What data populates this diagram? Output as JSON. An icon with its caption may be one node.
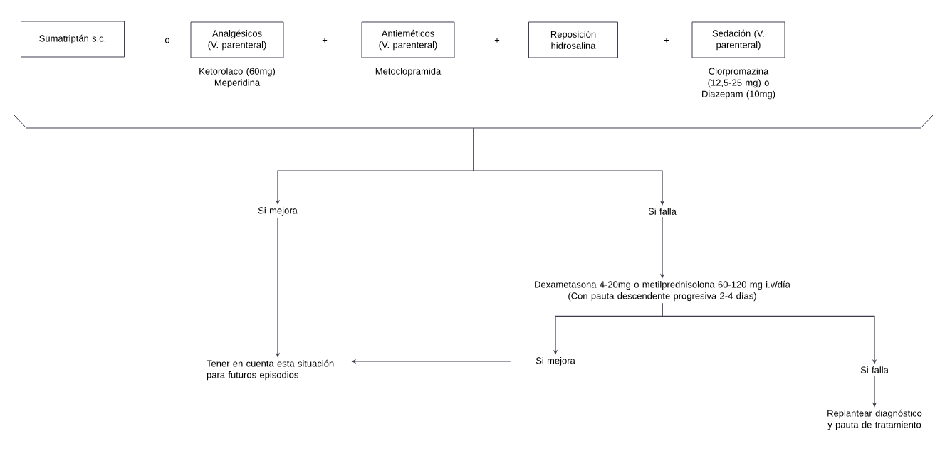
{
  "diagram": {
    "nodes": [
      {
        "text": [
          "Sumatriptán s.c."
        ]
      },
      {
        "text": [
          "Analgésicos (V. parenteral)"
        ],
        "beside": [
          "Ketorolaco (60mg) Meperidina"
        ]
      },
      {
        "text": [
          "Antieméticos (V. parenteral)"
        ],
        "beside": [
          "Metoclopramida"
        ]
      },
      {
        "text": [
          "Reposición hidrosalina"
        ]
      },
      {
        "text": [
          "Sedación (V. parenteral)"
        ],
        "beside": [
          "Clorpromazina (12,5-25 mg) o Diazepam (10mg)"
        ]
      },
      {
        "text": [],
        "shape": "bracket"
      },
      {
        "text": [
          "Si mejora"
        ]
      },
      {
        "text": [
          "Si falla"
        ]
      },
      {
        "text": [
          "Dexametasona 4-20mg o metilprednisolona 60-120 mg i.v/día",
          "(Con pauta descendente progresiva 2-4 días)"
        ]
      },
      {
        "text": [
          "Si mejora"
        ]
      },
      {
        "text": [
          "Si falla"
        ]
      },
      {
        "text": [
          "Tener en cuenta esta situación para futuros episodios"
        ]
      },
      {
        "text": [
          "Replantear diagnóstico y pauta de tratamiento"
        ]
      }
    ],
    "edges": [
      {
        "from": 5,
        "to": 6,
        "arrow": "to"
      },
      {
        "from": 5,
        "to": 7,
        "arrow": "to"
      },
      {
        "from": 7,
        "to": 8,
        "arrow": "to"
      },
      {
        "from": 8,
        "to": 9,
        "arrow": "to"
      },
      {
        "from": 8,
        "to": 10,
        "arrow": "to"
      },
      {
        "from": 6,
        "to": 11,
        "arrow": "to"
      },
      {
        "from": 9,
        "to": 11,
        "arrow": "to"
      },
      {
        "from": 10,
        "to": 12,
        "arrow": "to"
      }
    ],
    "labels": [
      "o",
      "+",
      "+",
      "+"
    ]
  }
}
